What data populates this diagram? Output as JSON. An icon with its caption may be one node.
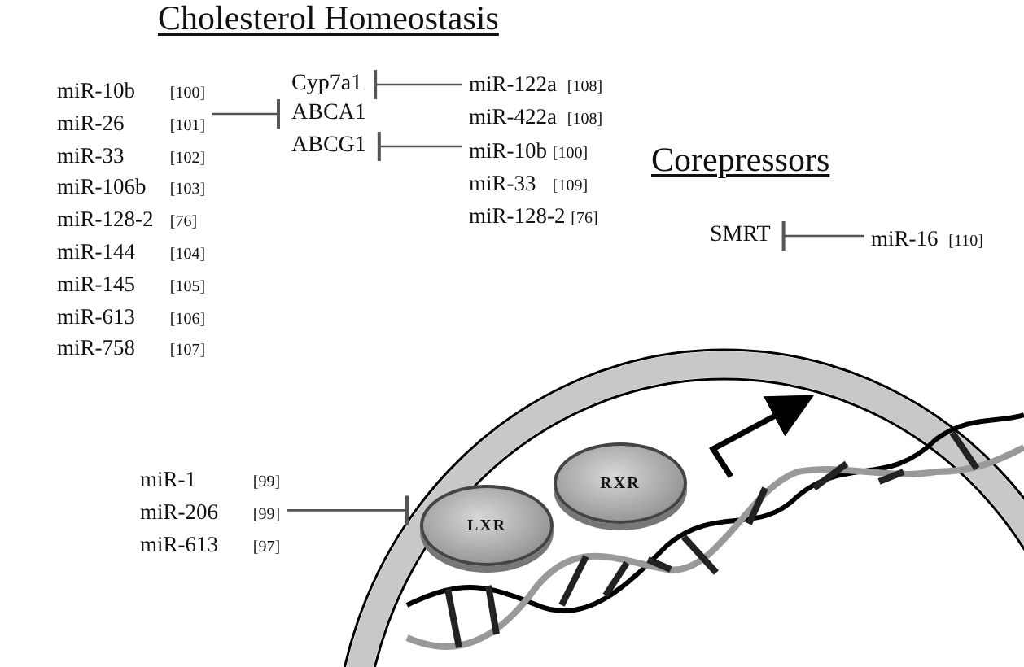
{
  "diagram": {
    "title": "Cholesterol Homeostasis",
    "nodes": [
      {
        "text": [
          "miR-10b [100]",
          "miR-26 [101]",
          "miR-33 [102]",
          "miR-106b [103]",
          "miR-128-2 [76]",
          "miR-144 [104]",
          "miR-145 [105]",
          "miR-613 [106]",
          "miR-758 [107]"
        ]
      },
      {
        "text": [
          "Cyp7a1"
        ]
      },
      {
        "text": [
          "ABCA1"
        ]
      },
      {
        "text": [
          "ABCG1"
        ]
      },
      {
        "text": [
          "miR-122a [108]",
          "miR-422a [108]"
        ]
      },
      {
        "text": [
          "miR-10b [100]",
          "miR-33 [109]",
          "miR-128-2 [76]"
        ]
      },
      {
        "text": [
          "SMRT"
        ]
      },
      {
        "text": [
          "miR-16 [110]"
        ]
      },
      {
        "text": [
          "miR-1 [99]",
          "miR-206 [99]",
          "miR-613 [97]"
        ]
      },
      {
        "text": [
          "LXR"
        ]
      },
      {
        "text": [
          "RXR"
        ]
      }
    ],
    "edges": [
      {
        "from": 0,
        "to": 2,
        "arrow": "other"
      },
      {
        "from": 4,
        "to": 1,
        "arrow": "other"
      },
      {
        "from": 5,
        "to": 3,
        "arrow": "other"
      },
      {
        "from": 7,
        "to": 6,
        "arrow": "other"
      },
      {
        "from": 8,
        "to": 9,
        "arrow": "other"
      }
    ],
    "labels": [
      "Corepressors"
    ]
  }
}
